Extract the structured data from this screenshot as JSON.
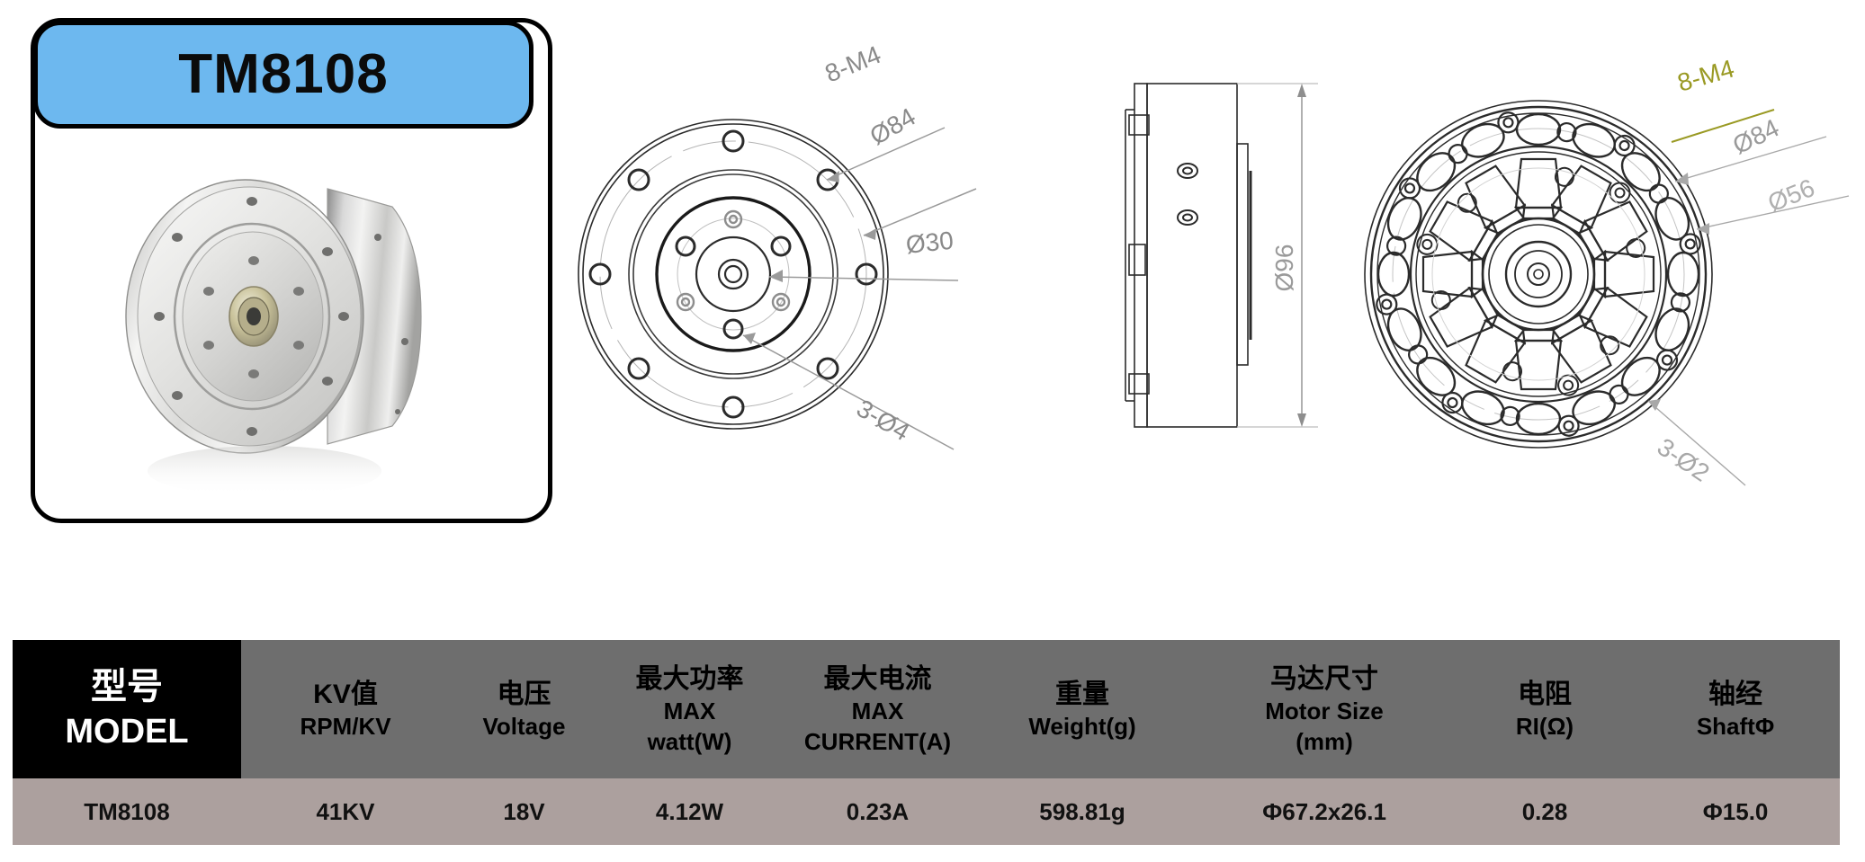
{
  "product": {
    "model_badge": "TM8108",
    "photo_alt": "brushless-gimbal-motor-silver"
  },
  "drawings": {
    "front_view": {
      "name": "front-view",
      "annotations": [
        {
          "text": "8-M4",
          "color": "#8a8a8a"
        },
        {
          "text": "Ø84",
          "color": "#8a8a8a"
        },
        {
          "text": "Ø30",
          "color": "#8a8a8a"
        },
        {
          "text": "3-Ø4",
          "color": "#8a8a8a"
        }
      ]
    },
    "side_view": {
      "name": "side-view",
      "annotations": [
        {
          "text": "Ø96",
          "color": "#8a8a8a"
        }
      ]
    },
    "rear_view": {
      "name": "rear-view",
      "annotations": [
        {
          "text": "8-M4",
          "color": "#9a9a24"
        },
        {
          "text": "Ø84",
          "color": "#9a9a9a"
        },
        {
          "text": "Ø56",
          "color": "#9a9a9a"
        },
        {
          "text": "3-Ø2",
          "color": "#9a9a9a"
        }
      ]
    }
  },
  "spec_table": {
    "columns": [
      {
        "cn": "型号",
        "en": "MODEL",
        "emphasis": true
      },
      {
        "cn": "KV值",
        "en": "RPM/KV",
        "emphasis": false
      },
      {
        "cn": "电压",
        "en": "Voltage",
        "emphasis": false
      },
      {
        "cn": "最大功率",
        "en": "MAX",
        "en2": "watt(W)",
        "emphasis": false
      },
      {
        "cn": "最大电流",
        "en": "MAX",
        "en2": "CURRENT(A)",
        "emphasis": false
      },
      {
        "cn": "重量",
        "en": "Weight(g)",
        "emphasis": false
      },
      {
        "cn": "马达尺寸",
        "en": "Motor Size",
        "en2": "(mm)",
        "emphasis": false
      },
      {
        "cn": "电阻",
        "en": "RI(Ω)",
        "emphasis": false
      },
      {
        "cn": "轴经",
        "en": "ShaftΦ",
        "emphasis": false
      }
    ],
    "rows": [
      [
        "TM8108",
        "41KV",
        "18V",
        "4.12W",
        "0.23A",
        "598.81g",
        "Ф67.2x26.1",
        "0.28",
        "Ф15.0"
      ]
    ]
  },
  "colors": {
    "badge_blue": "#6db8ef",
    "header_gray": "#6e6e6e",
    "header_black": "#000000",
    "row_taupe": "#aca09e",
    "annotation_gray": "#8a8a8a",
    "annotation_olive": "#9a9a24"
  }
}
